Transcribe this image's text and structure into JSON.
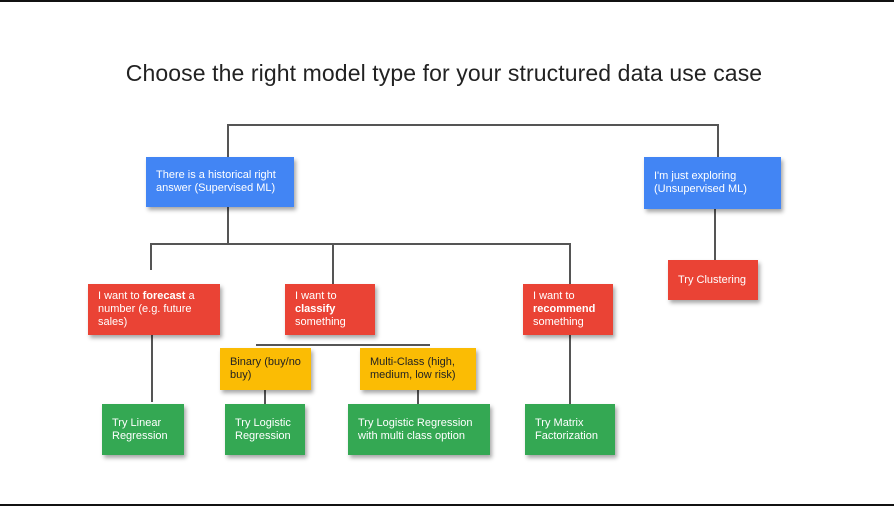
{
  "title": "Choose the right model type for your structured data use case",
  "nodes": {
    "supervised": "There is a historical right answer (Supervised ML)",
    "unsupervised": "I'm just exploring (Unsupervised ML)",
    "forecast_pre": "I want to ",
    "forecast_bold": "forecast",
    "forecast_post": " a number (e.g. future sales)",
    "classify_pre": "I want to ",
    "classify_bold": "classify",
    "classify_post": " something",
    "recommend_pre": "I want to ",
    "recommend_bold": "recommend",
    "recommend_post": " something",
    "binary": "Binary (buy/no buy)",
    "multiclass": "Multi-Class (high, medium, low risk)",
    "clustering": "Try Clustering",
    "linear": "Try Linear Regression",
    "logistic": "Try Logistic Regression",
    "logistic_multi": "Try Logistic Regression with multi class option",
    "matrix": "Try Matrix Factorization"
  },
  "colors": {
    "blue": "#4285f4",
    "red": "#ea4335",
    "yellow": "#fbbc04",
    "green": "#34a853",
    "connector": "#555555"
  }
}
